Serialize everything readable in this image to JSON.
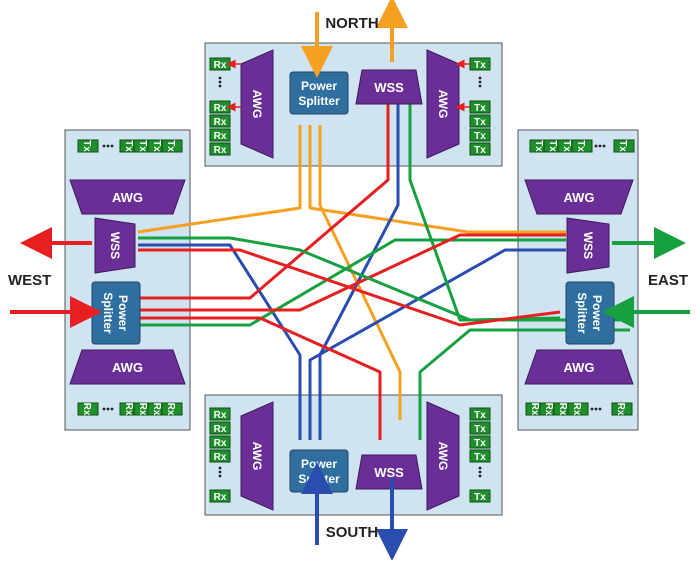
{
  "labels": {
    "north": "NORTH",
    "south": "SOUTH",
    "east": "EAST",
    "west": "WEST"
  },
  "components": {
    "awg": "AWG",
    "wss": "WSS",
    "power_splitter_line1": "Power",
    "power_splitter_line2": "Splitter",
    "rx": "Rx",
    "tx": "Tx"
  },
  "colors": {
    "north_fiber": "#f5a020",
    "south_fiber": "#2a4db0",
    "east_fiber": "#17a040",
    "west_fiber": "#e62020",
    "node_panel": "#cfe3f0",
    "awg_wss": "#6a2f96",
    "splitter": "#2f6f9f",
    "transceiver": "#1e8f2a"
  }
}
